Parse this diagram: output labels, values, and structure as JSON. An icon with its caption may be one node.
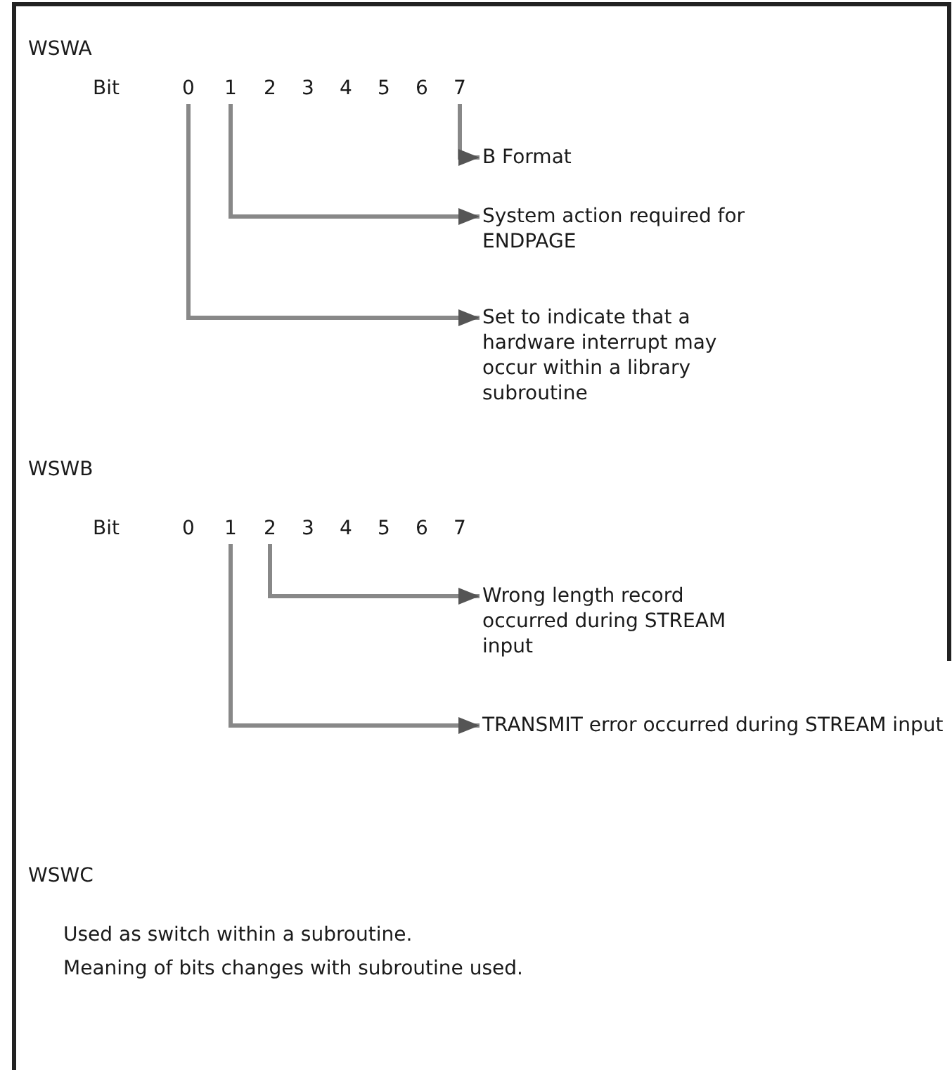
{
  "diagram": {
    "nodes": [
      {
        "text": [
          "0"
        ]
      },
      {
        "text": [
          "1"
        ]
      },
      {
        "text": [
          "7"
        ]
      },
      {
        "text": [
          "B Format"
        ]
      },
      {
        "text": [
          "System action required for ENDPAGE"
        ]
      },
      {
        "text": [
          "Set to indicate that a hardware interrupt may occur within a library subroutine"
        ]
      },
      {
        "text": [
          "1"
        ]
      },
      {
        "text": [
          "2"
        ]
      },
      {
        "text": [
          "Wrong length record occurred during STREAM input"
        ]
      },
      {
        "text": [
          "TRANSMIT error occurred during STREAM input"
        ]
      }
    ],
    "edges": [
      {
        "from": 2,
        "to": 3,
        "arrow": "to"
      },
      {
        "from": 1,
        "to": 4,
        "arrow": "to"
      },
      {
        "from": 0,
        "to": 5,
        "arrow": "to"
      },
      {
        "from": 7,
        "to": 8,
        "arrow": "to"
      },
      {
        "from": 6,
        "to": 9,
        "arrow": "to"
      }
    ],
    "labels": [
      "WSWA",
      "Bit",
      "2",
      "3",
      "4",
      "5",
      "6",
      "WSWB",
      "Bit",
      "0",
      "3",
      "4",
      "5",
      "6",
      "7",
      "WSWC",
      "Used as switch within a subroutine.",
      "Meaning of bits changes with subroutine used."
    ]
  }
}
